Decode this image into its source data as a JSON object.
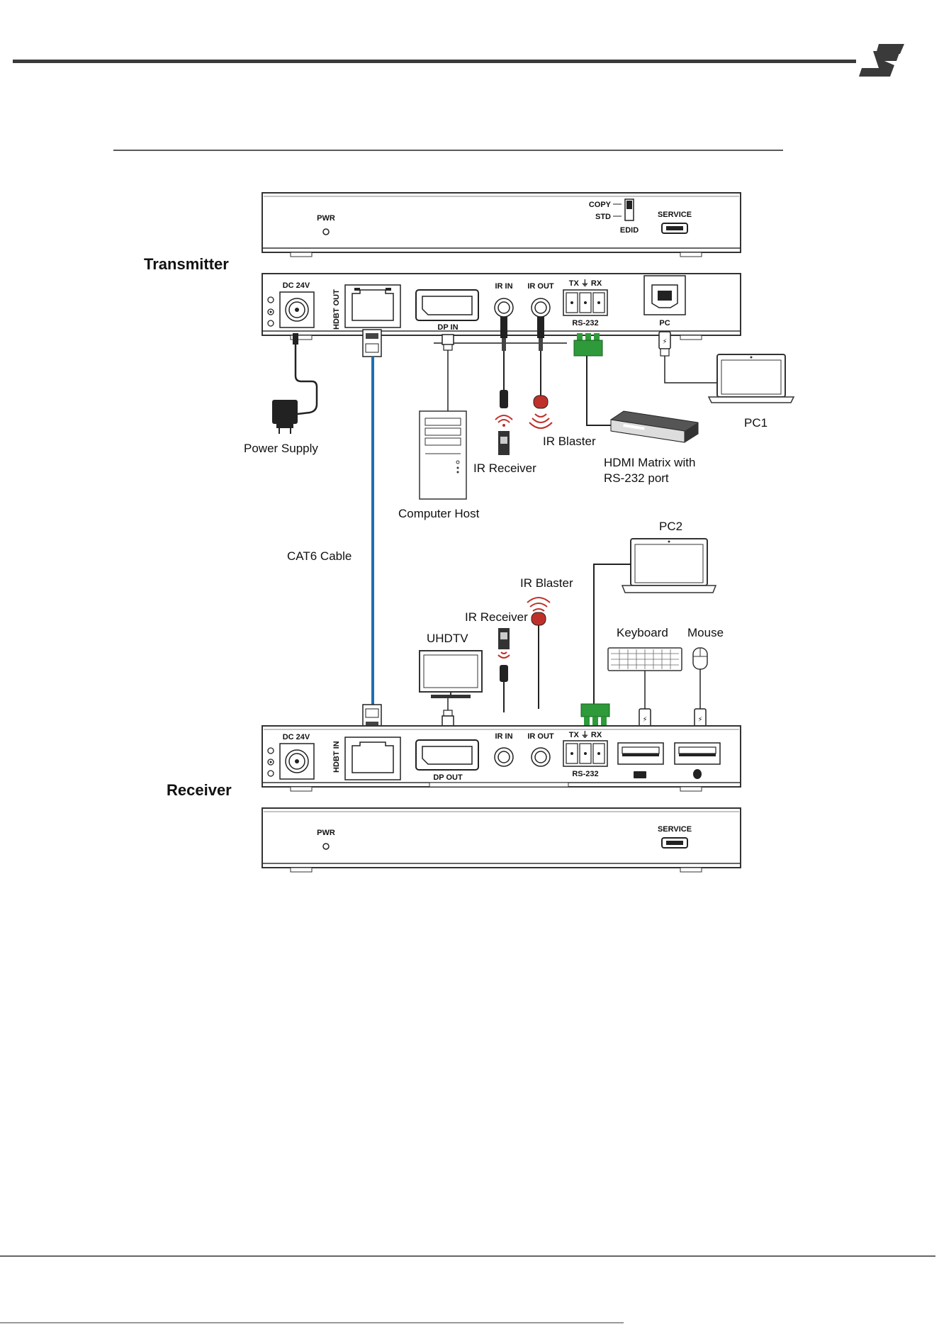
{
  "labels": {
    "transmitter": "Transmitter",
    "receiver": "Receiver",
    "power_supply": "Power Supply",
    "computer_host": "Computer Host",
    "ir_receiver": "IR Receiver",
    "ir_blaster": "IR Blaster",
    "hdmi_matrix_line1": "HDMI Matrix with",
    "hdmi_matrix_line2": "RS-232 port",
    "pc1": "PC1",
    "pc2": "PC2",
    "cat6": "CAT6 Cable",
    "uhdtv": "UHDTV",
    "keyboard": "Keyboard",
    "mouse": "Mouse"
  },
  "tx_front": {
    "pwr": "PWR",
    "copy": "COPY",
    "std": "STD",
    "edid": "EDID",
    "service": "SERVICE"
  },
  "tx_rear": {
    "dc": "DC 24V",
    "hdbt_out": "HDBT OUT",
    "dp_in": "DP IN",
    "ir_in": "IR IN",
    "ir_out": "IR OUT",
    "tx_rx": "TX ⏚ RX",
    "rs232": "RS-232",
    "pc": "PC"
  },
  "rx_rear": {
    "dc": "DC 24V",
    "hdbt_in": "HDBT IN",
    "dp_out": "DP OUT",
    "ir_in": "IR IN",
    "ir_out": "IR OUT",
    "tx_rx": "TX ⏚ RX",
    "rs232": "RS-232"
  },
  "rx_front": {
    "pwr": "PWR",
    "service": "SERVICE"
  },
  "colors": {
    "cat6": "#1e6fb4",
    "ir_red": "#c0302a",
    "terminal_green": "#2e9a3a"
  }
}
